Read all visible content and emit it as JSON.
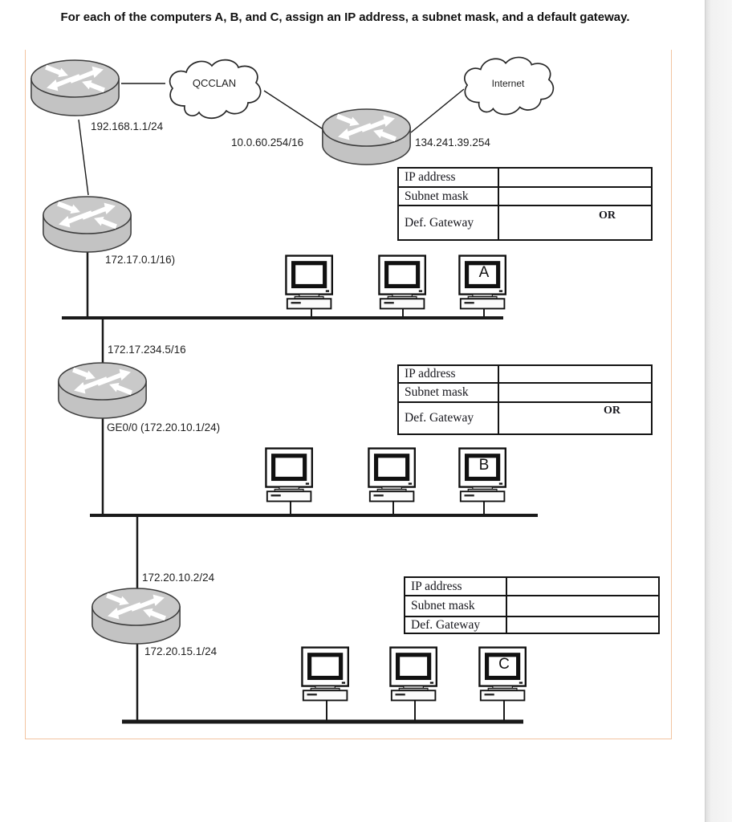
{
  "title": "For each of the computers A, B, and C, assign an IP address, a subnet mask, and a default gateway.",
  "clouds": {
    "qcclan": "QCCLAN",
    "internet": "Internet"
  },
  "ip_labels": {
    "router1_lan": "192.168.1.1/24",
    "router2_qcclan": "10.0.60.254/16",
    "router2_internet": "134.241.39.254",
    "router3_lan": "172.17.0.1/16)",
    "lan_a_downlink": "172.17.234.5/16",
    "router4_lan": "GE0/0 (172.20.10.1/24)",
    "router5_uplink": "172.20.10.2/24",
    "router5_lan": "172.20.15.1/24"
  },
  "computers": {
    "a": "A",
    "b": "B",
    "c": "C"
  },
  "tables": [
    {
      "rows": [
        "IP address",
        "Subnet mask",
        "Def. Gateway"
      ],
      "or": "OR"
    },
    {
      "rows": [
        "IP address",
        "Subnet mask",
        "Def. Gateway"
      ],
      "or": "OR"
    },
    {
      "rows": [
        "IP address",
        "Subnet mask",
        "Def. Gateway"
      ]
    }
  ],
  "colors": {
    "frame_border": "#f2c4a0",
    "router_fill": "#c3c3c3",
    "line": "#1a1a1a"
  }
}
